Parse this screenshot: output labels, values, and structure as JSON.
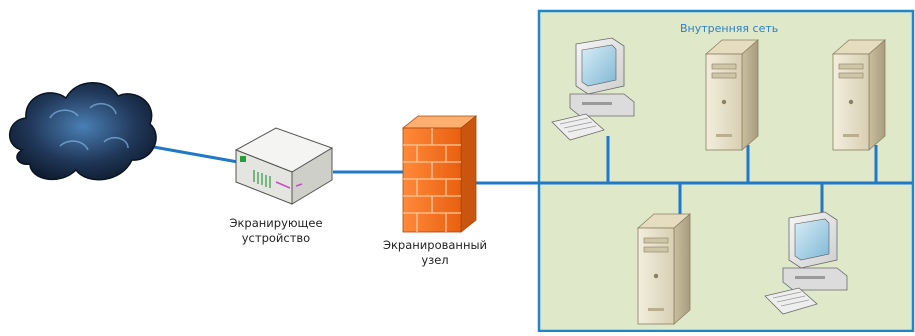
{
  "zone": {
    "title": "Внутренняя сеть",
    "fill": "#dfe9c9",
    "border": "#1f86cc"
  },
  "labels": {
    "screening_device_line1": "Экранирующее",
    "screening_device_line2": "устройство",
    "screened_host_line1": "Экранированный",
    "screened_host_line2": "узел"
  },
  "colors": {
    "link": "#1f78c8",
    "firewall": "#f07020",
    "cloud": "#2a4a6e"
  },
  "icons": [
    "cloud-icon",
    "router-icon",
    "firewall-icon",
    "workstation-icon",
    "server-icon"
  ]
}
